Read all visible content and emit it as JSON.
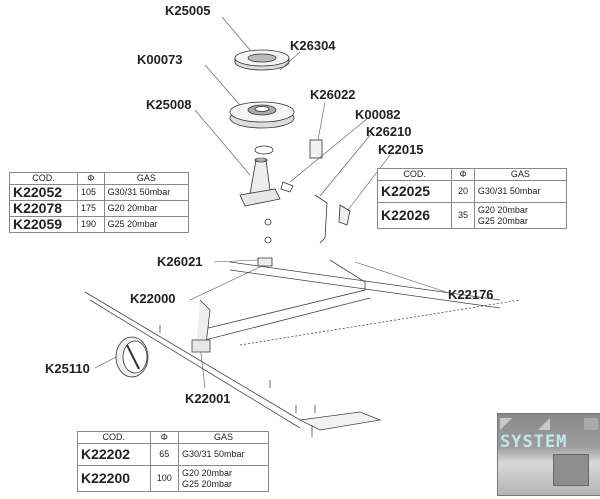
{
  "labels": {
    "k25005": "K25005",
    "k26304": "K26304",
    "k00073": "K00073",
    "k26022": "K26022",
    "k25008": "K25008",
    "k00082": "K00082",
    "k26210": "K26210",
    "k22015": "K22015",
    "k26021": "K26021",
    "k22176": "K22176",
    "k22000": "K22000",
    "k25110": "K25110",
    "k22001": "K22001"
  },
  "tables": {
    "burner": {
      "headers": [
        "COD.",
        "Φ",
        "GAS"
      ],
      "rows": [
        {
          "code": "K22052",
          "phi": "105",
          "gas": "G30/31 50mbar"
        },
        {
          "code": "K22078",
          "phi": "175",
          "gas": "G20 20mbar"
        },
        {
          "code": "K22059",
          "phi": "190",
          "gas": "G25 20mbar"
        }
      ]
    },
    "pilot": {
      "headers": [
        "COD.",
        "Φ",
        "GAS"
      ],
      "rows": [
        {
          "code": "K22025",
          "phi": "20",
          "gas": "G30/31 50mbar"
        },
        {
          "code": "K22026",
          "phi": "35",
          "gas": "G20 20mbar",
          "gas2": "G25 20mbar"
        }
      ]
    },
    "valve": {
      "headers": [
        "COD.",
        "Φ",
        "GAS"
      ],
      "rows": [
        {
          "code": "K22202",
          "phi": "65",
          "gas": "G30/31 50mbar"
        },
        {
          "code": "K22200",
          "phi": "100",
          "gas": "G20 20mbar",
          "gas2": "G25 20mbar"
        }
      ]
    }
  },
  "logo": {
    "text": "SYSTEM"
  }
}
